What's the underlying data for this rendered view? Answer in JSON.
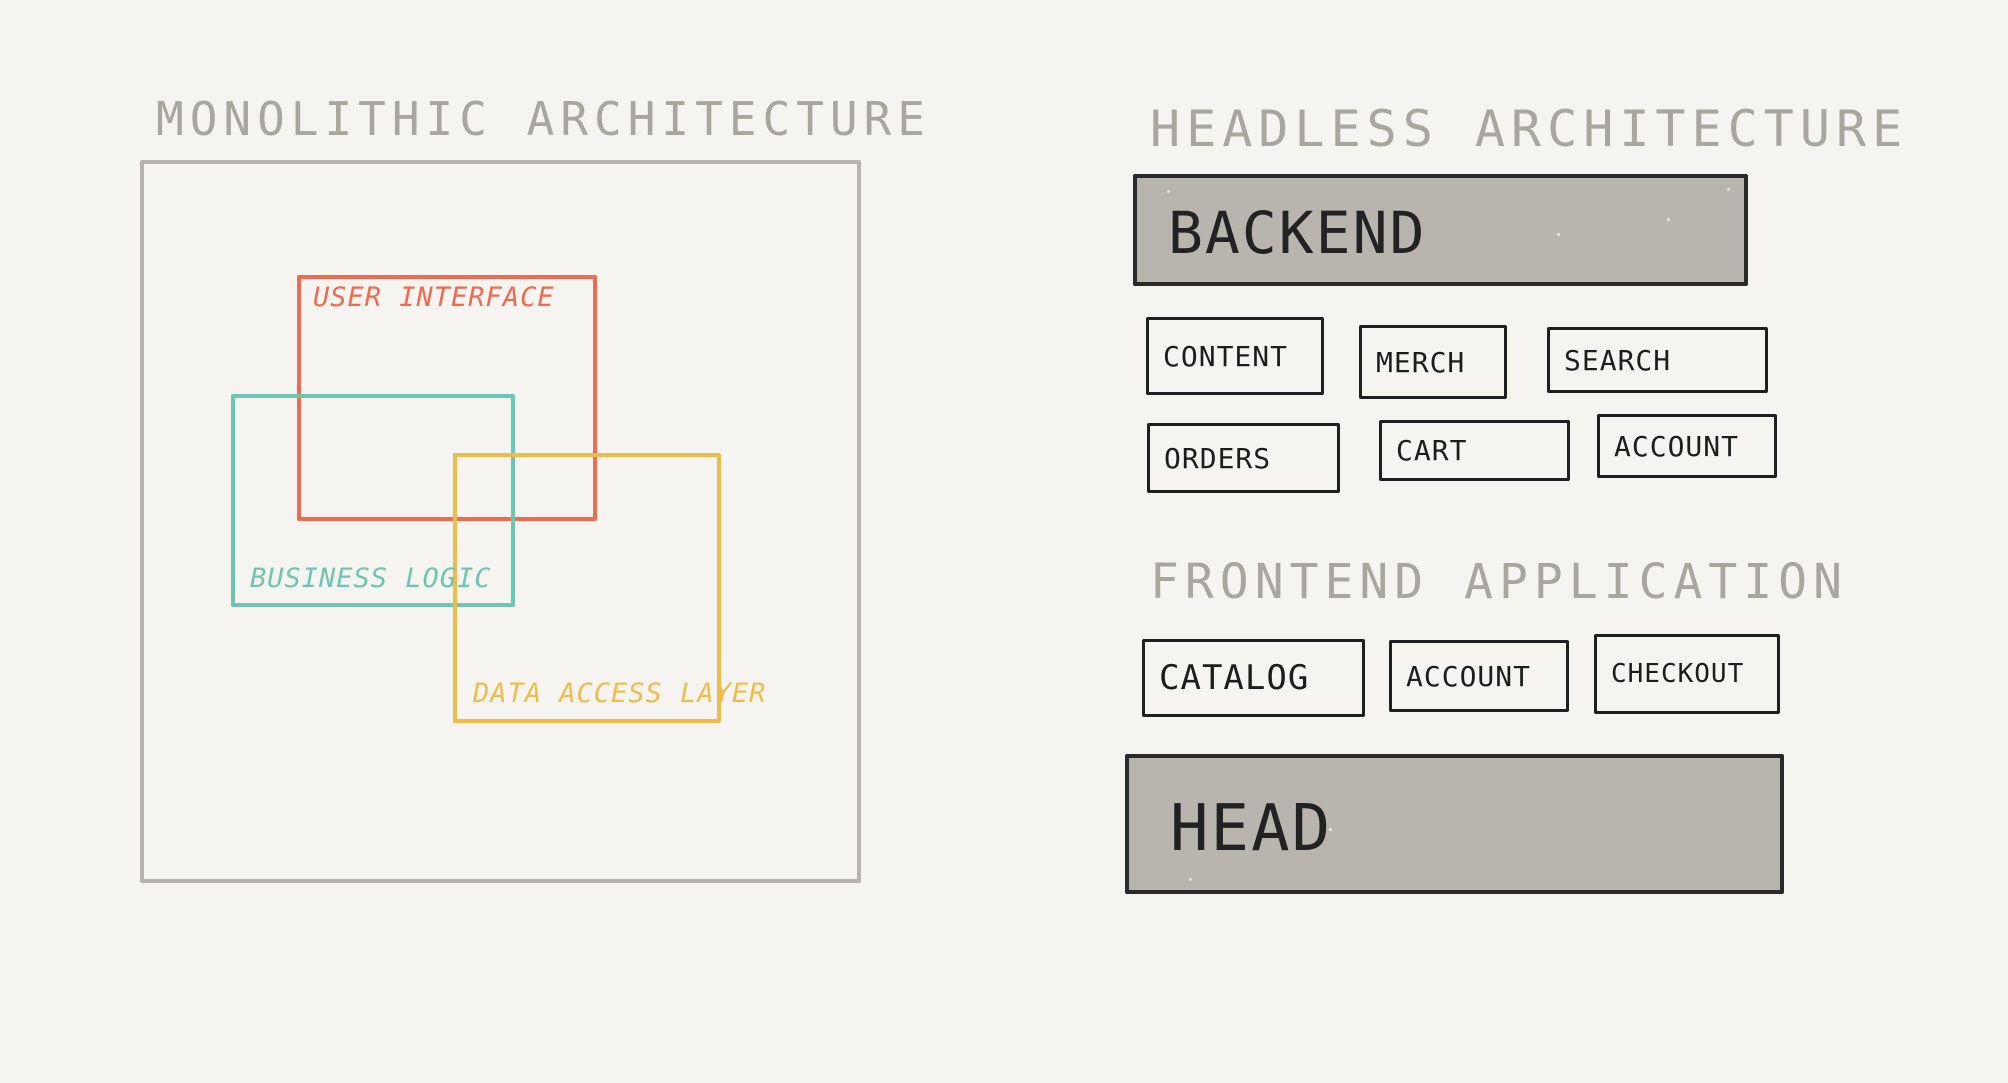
{
  "monolithic": {
    "title": "MONOLITHIC ARCHITECTURE",
    "layers": {
      "user_interface": "USER INTERFACE",
      "business_logic": "BUSINESS LOGIC",
      "data_access_layer": "DATA ACCESS LAYER"
    },
    "colors": {
      "frame": "#b7b3ad",
      "user_interface": "#ef6a4f",
      "business_logic": "#6fc6b0",
      "data_access_layer": "#efbc4a"
    }
  },
  "headless": {
    "title": "HEADLESS ARCHITECTURE",
    "backend": "BACKEND",
    "services": [
      "CONTENT",
      "MERCH",
      "SEARCH",
      "ORDERS",
      "CART",
      "ACCOUNT"
    ],
    "frontend_title": "FRONTEND APPLICATION",
    "frontend_modules": [
      "CATALOG",
      "ACCOUNT",
      "CHECKOUT"
    ],
    "head": "HEAD",
    "colors": {
      "bar_fill": "#b8b4ae",
      "stroke": "#2a2a2a",
      "title": "#a9a6a0"
    }
  }
}
